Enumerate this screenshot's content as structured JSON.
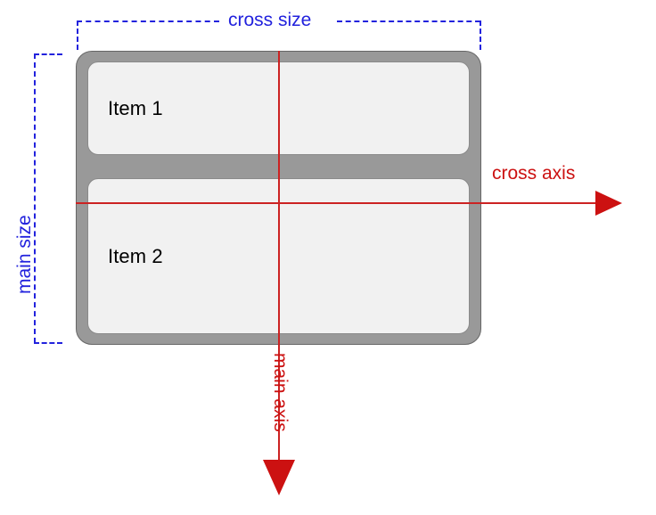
{
  "diagram": {
    "title": "flexbox main axis / cross axis with column direction",
    "container": {
      "name": "flex-container",
      "items": [
        {
          "label": "Item 1"
        },
        {
          "label": "Item 2"
        }
      ]
    },
    "axes": [
      {
        "id": "cross-axis",
        "label": "cross axis",
        "direction": "horizontal-right",
        "color": "#cc1111"
      },
      {
        "id": "main-axis",
        "label": "main axis",
        "direction": "vertical-down",
        "color": "#cc1111"
      }
    ],
    "measurements": [
      {
        "id": "cross-size",
        "label": "cross size",
        "orientation": "horizontal",
        "color": "#2222dd"
      },
      {
        "id": "main-size",
        "label": "main size",
        "orientation": "vertical",
        "color": "#2222dd"
      }
    ],
    "colors": {
      "container_fill": "#999999",
      "container_stroke": "#666666",
      "item_fill": "#f1f1f1",
      "item_stroke": "#8a8a8a",
      "axis_red": "#cc1111",
      "measure_blue": "#2222dd",
      "background": "#ffffff"
    }
  }
}
